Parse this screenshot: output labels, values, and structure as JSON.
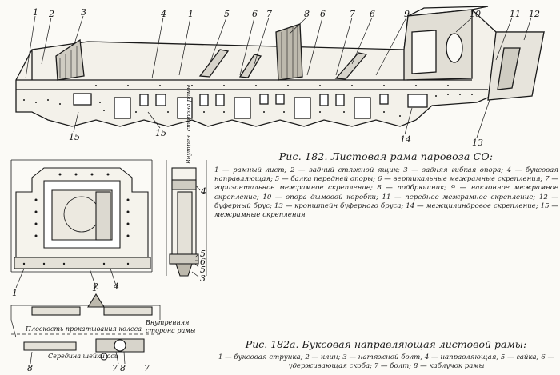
{
  "figure182": {
    "caption": "Рис. 182. Листовая рама паровоза СО:",
    "legend": "1 — рамный лист; 2 — задний стяжной ящик; 3 — задняя гибкая опора; 4 — буксовая направляющая; 5 — балка передней опоры; 6 — вертикальные межрамные скрепления; 7 — горизонтальное межрамное скрепление; 8 — подбрюшник; 9 — наклонное межрамное скрепление; 10 — опора дымовой коробки; 11 — переднее межрамное скрепление; 12 — буферный брус; 13 — кронштейн буферного бруса; 14 — межцилиндровое скрепление; 15 — межрамные скрепления",
    "callouts": [
      "1",
      "2",
      "3",
      "4",
      "1",
      "5",
      "6",
      "7",
      "8",
      "6",
      "7",
      "6",
      "9",
      "10",
      "11",
      "12",
      "15",
      "15",
      "14",
      "13"
    ]
  },
  "figure182a": {
    "caption": "Рис. 182а. Буксовая направляющая листовой рамы:",
    "legend": "1 — буксовая струнка; 2 — клин; 3 — натяжной болт, 4 — направляющая, 5 — гайка; 6 — удерживающая скоба; 7 — болт; 8 — каблучок рамы",
    "callouts": [
      "1",
      "2",
      "4",
      "5",
      "6",
      "5",
      "4",
      "3",
      "1",
      "8",
      "7",
      "8",
      "7"
    ],
    "annotations": {
      "inner_side_vertical": "Внутрен. сторона рамы",
      "wheel_rolling_plane": "Плоскость прокатывания колеса",
      "inner_side": "Внутренняя",
      "frame_side": "сторона рамы",
      "axle_journal_middle": "Середина шейки оси"
    }
  }
}
